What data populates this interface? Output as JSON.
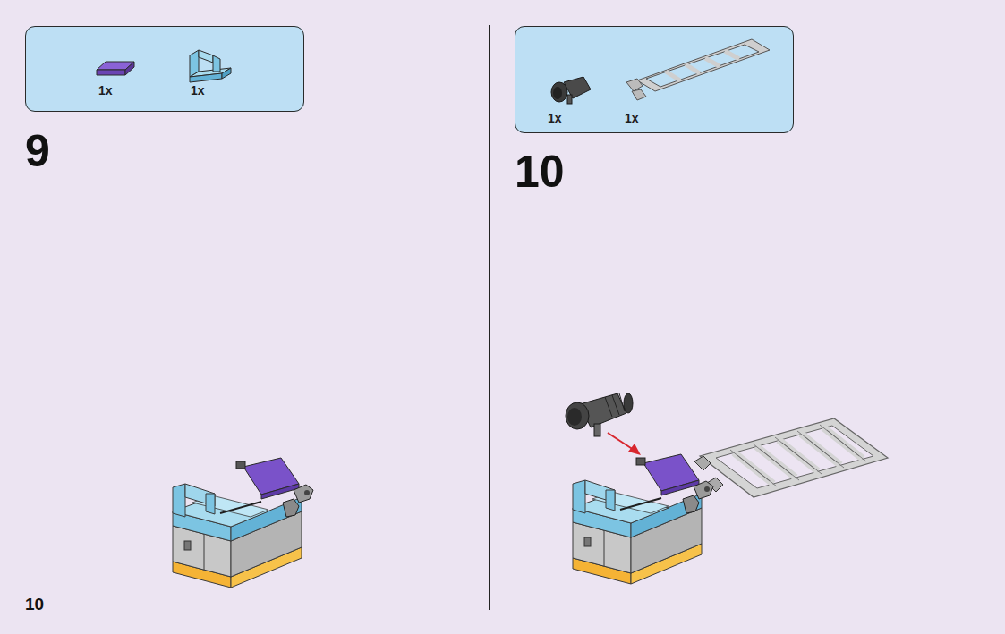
{
  "diagram": {
    "nodes": [
      {
        "text": [
          "1x",
          "1x"
        ]
      },
      {
        "text": [
          "1x",
          "1x"
        ]
      }
    ],
    "labels": [
      "9",
      "10",
      "10"
    ]
  }
}
